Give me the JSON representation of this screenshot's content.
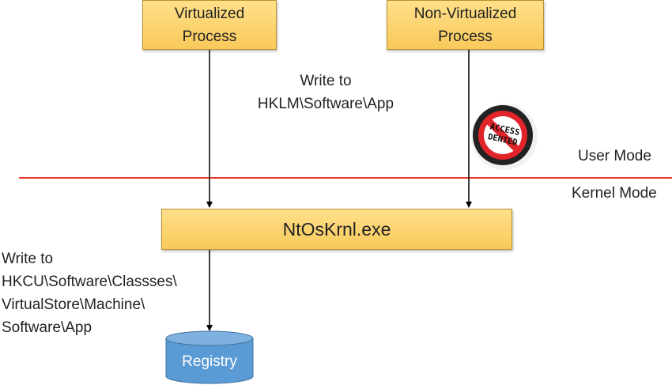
{
  "processes": {
    "virtualized": [
      "Virtualized",
      "Process"
    ],
    "non_virtualized": [
      "Non-Virtualized",
      "Process"
    ]
  },
  "kernel": {
    "label": "NtOsKrnl.exe"
  },
  "annotations": {
    "write_hklm": [
      "Write to",
      "HKLM\\Software\\App"
    ],
    "write_hkcu": [
      "Write to",
      "HKCU\\Software\\Classses\\",
      "VirtualStore\\Machine\\",
      "Software\\App"
    ]
  },
  "modes": {
    "user": "User Mode",
    "kernel": "Kernel Mode"
  },
  "registry": {
    "label": "Registry"
  },
  "access_denied": [
    "ACCESS",
    "DENIED"
  ],
  "colors": {
    "process_fill": "#fcd673",
    "process_border": "#b8902e",
    "boundary_line": "#e8392c",
    "registry_fill": "#5b9bd5",
    "sign_red": "#e0242a",
    "sign_black": "#222222"
  }
}
